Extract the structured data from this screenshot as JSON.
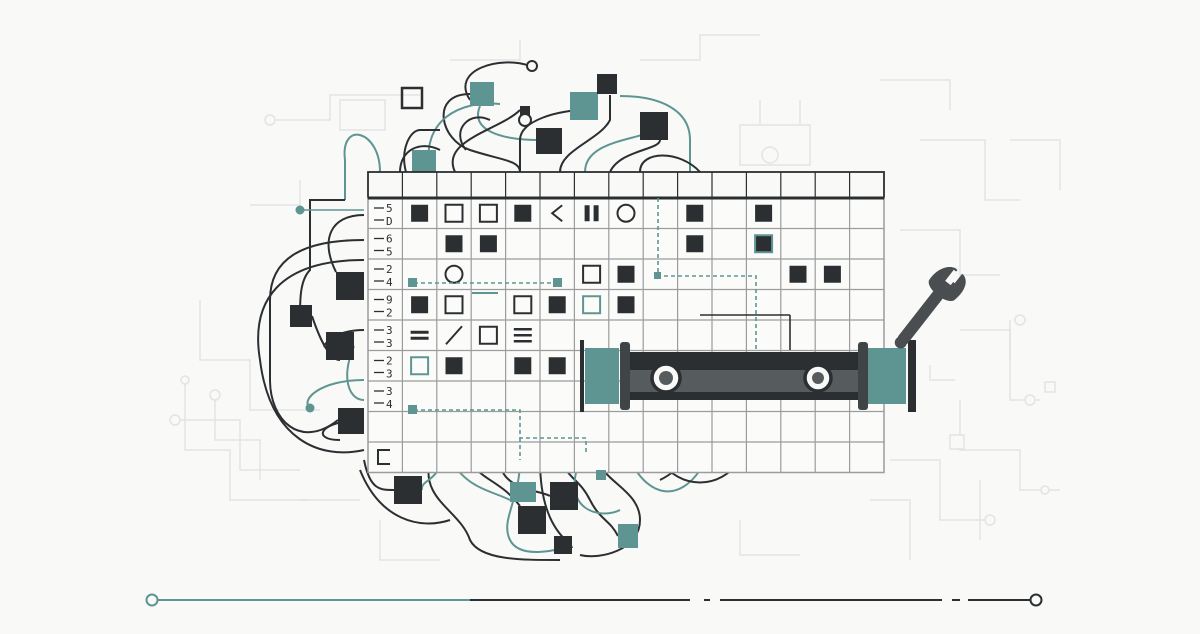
{
  "palette": {
    "background": "#f9f9f8",
    "ink": "#2c2f31",
    "teal": "#5e9592",
    "grid_line": "#9a9c9d",
    "faint": "#e2e4e3"
  },
  "row_labels": [
    {
      "top": "5",
      "bottom": "D"
    },
    {
      "top": "6",
      "bottom": "5"
    },
    {
      "top": "2",
      "bottom": "4"
    },
    {
      "top": "9",
      "bottom": "2"
    },
    {
      "top": "3",
      "bottom": "3"
    },
    {
      "top": "2",
      "bottom": "3"
    },
    {
      "top": "3",
      "bottom": "4"
    }
  ],
  "icons": {
    "wrench": "wrench-icon",
    "pipe": "pipe-icon",
    "chip": "chip-icon"
  }
}
